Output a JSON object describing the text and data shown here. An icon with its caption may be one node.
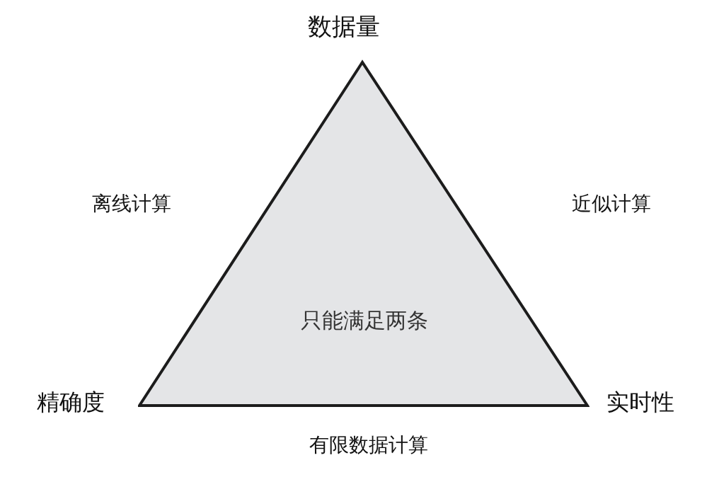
{
  "diagram": {
    "nodes": [
      {
        "text": [
          "只能满足两条"
        ]
      }
    ],
    "labels": [
      "数据量",
      "离线计算",
      "近似计算",
      "精确度",
      "实时性",
      "有限数据计算"
    ]
  }
}
